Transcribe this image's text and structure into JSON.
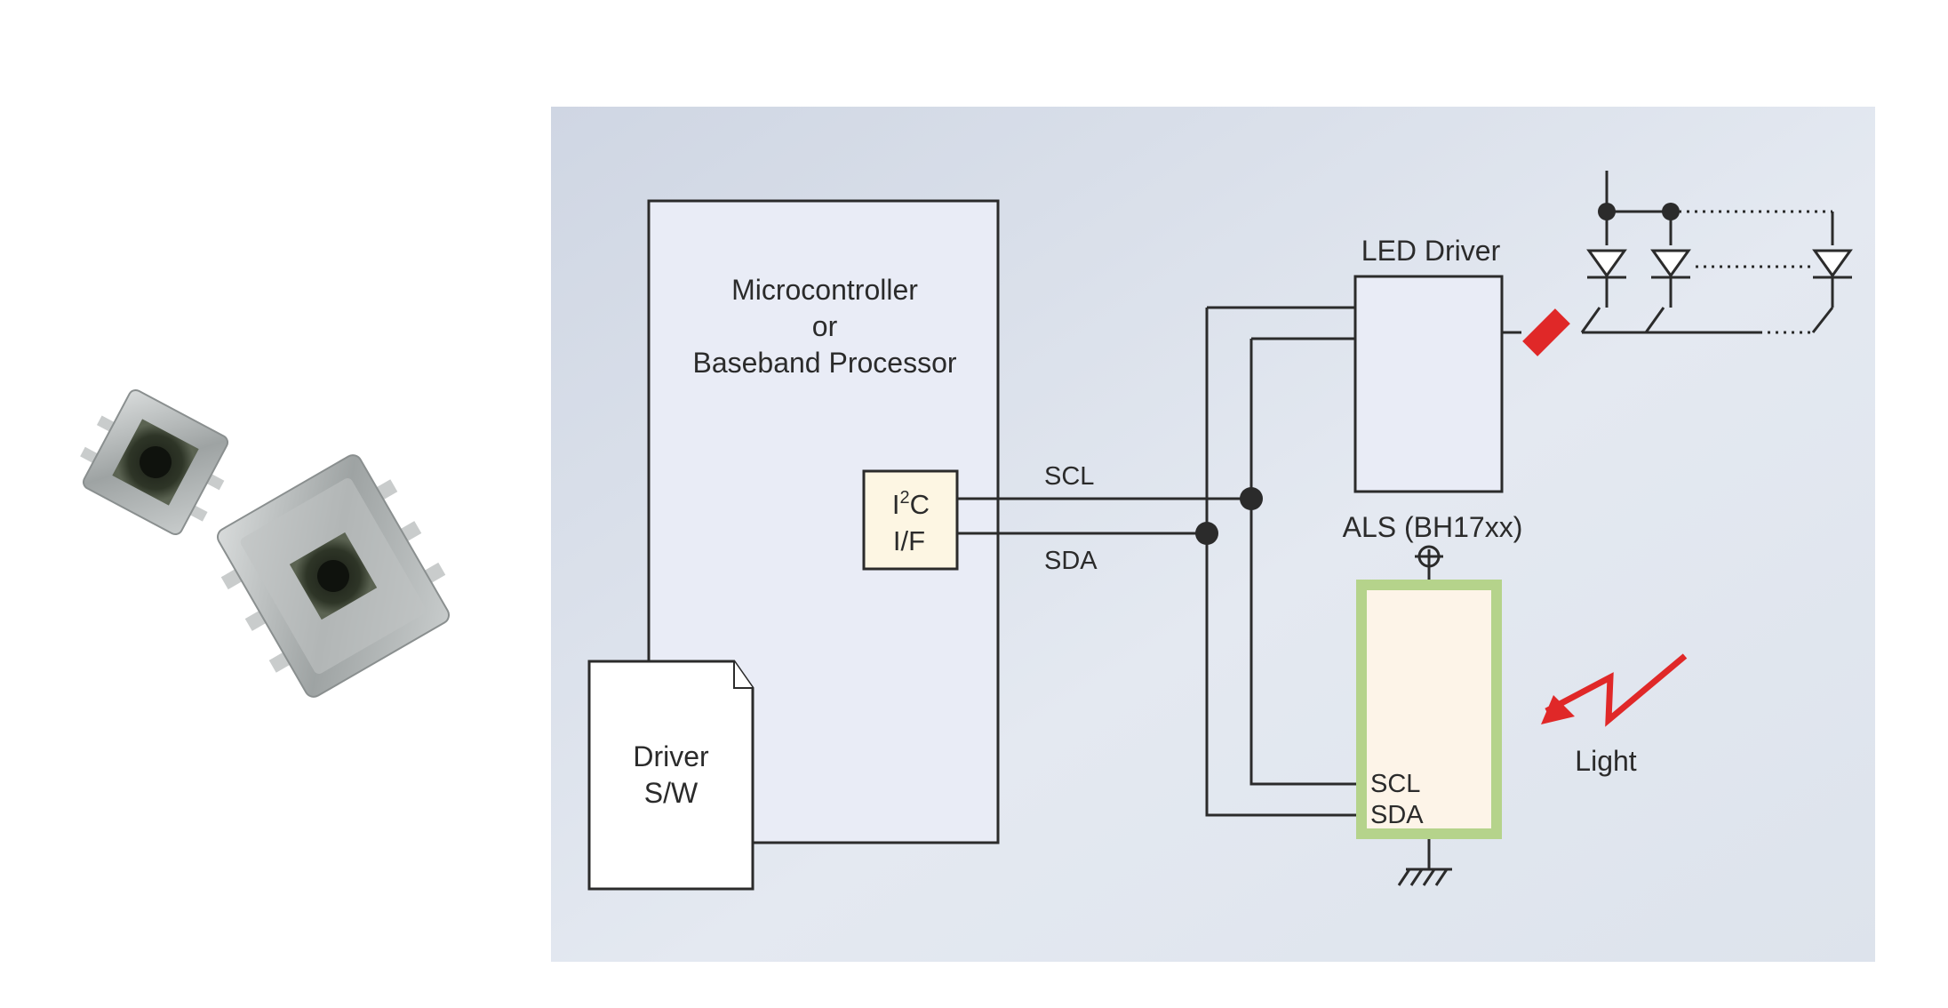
{
  "mcu": {
    "line1": "Microcontroller",
    "line2": "or",
    "line3": "Baseband Processor"
  },
  "i2c": {
    "line1_main": "I",
    "line1_sup": "2",
    "line1_tail": "C",
    "line2": "I/F"
  },
  "driver_sw": {
    "line1": "Driver",
    "line2": "S/W"
  },
  "bus": {
    "scl": "SCL",
    "sda": "SDA"
  },
  "led_driver": {
    "label": "LED Driver"
  },
  "als": {
    "label": "ALS (BH17xx)",
    "pin_scl": "SCL",
    "pin_sda": "SDA"
  },
  "light": {
    "label": "Light"
  },
  "colors": {
    "panel_bg": "#dde3ec",
    "block_fill": "#e9ecf6",
    "i2c_fill": "#fdf6e3",
    "als_border": "#b5d38b",
    "als_fill": "#fdf4e8",
    "accent_red": "#e02828",
    "line": "#2b2b2b"
  }
}
